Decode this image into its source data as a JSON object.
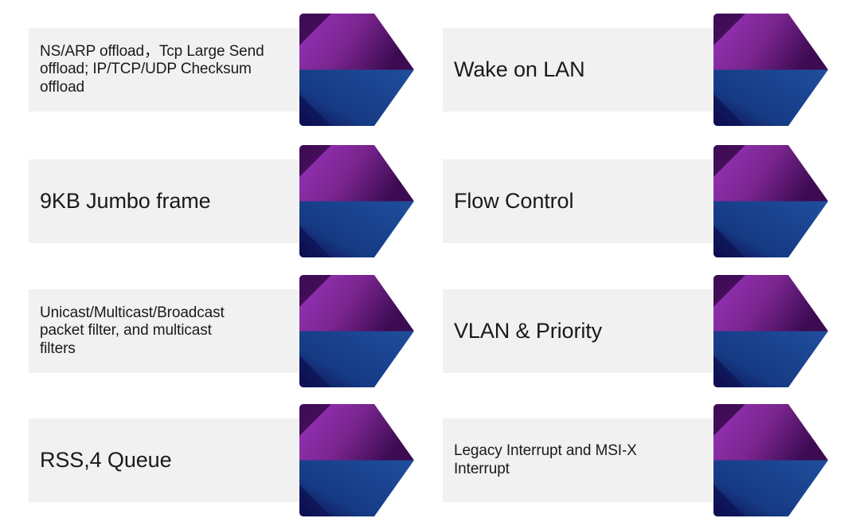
{
  "slide": {
    "background_color": "#ffffff",
    "plate_color": "#f1f1f1",
    "text_color": "#1a1a1a",
    "arrow_colors": {
      "purple_light": "#9b34c0",
      "purple_mid": "#7a258f",
      "purple_dark": "#4b1060",
      "purple_deepest": "#3c0b52",
      "blue_light": "#1e4d9b",
      "blue_mid": "#163a84",
      "blue_dark": "#12286f",
      "blue_deepest": "#0c0a4b"
    }
  },
  "items": [
    {
      "id": "ns-arp-offload",
      "name": "item-ns-arp-offload",
      "column": "left",
      "row": 1,
      "text": "NS/ARP offload，Tcp Large Send\noffload; IP/TCP/UDP Checksum\noffload",
      "size": "small",
      "arrow_icon": "chevron-right-3d-icon"
    },
    {
      "id": "wake-on-lan",
      "name": "item-wake-on-lan",
      "column": "right",
      "row": 1,
      "text": "Wake on LAN",
      "size": "large",
      "arrow_icon": "chevron-right-3d-icon"
    },
    {
      "id": "9kb-jumbo-frame",
      "name": "item-9kb-jumbo-frame",
      "column": "left",
      "row": 2,
      "text": "9KB Jumbo frame",
      "size": "large",
      "arrow_icon": "chevron-right-3d-icon"
    },
    {
      "id": "flow-control",
      "name": "item-flow-control",
      "column": "right",
      "row": 2,
      "text": "Flow Control",
      "size": "large",
      "arrow_icon": "chevron-right-3d-icon"
    },
    {
      "id": "packet-filters",
      "name": "item-packet-filters",
      "column": "left",
      "row": 3,
      "text": "Unicast/Multicast/Broadcast\npacket filter, and multicast\nfilters",
      "size": "small",
      "arrow_icon": "chevron-right-3d-icon"
    },
    {
      "id": "vlan-priority",
      "name": "item-vlan-priority",
      "column": "right",
      "row": 3,
      "text": "VLAN & Priority",
      "size": "large",
      "arrow_icon": "chevron-right-3d-icon"
    },
    {
      "id": "rss-4-queue",
      "name": "item-rss-4-queue",
      "column": "left",
      "row": 4,
      "text": "RSS,4 Queue",
      "size": "large",
      "arrow_icon": "chevron-right-3d-icon"
    },
    {
      "id": "legacy-msix-interrupt",
      "name": "item-legacy-msix-interrupt",
      "column": "right",
      "row": 4,
      "text": "Legacy Interrupt and MSI-X\nInterrupt",
      "size": "small",
      "arrow_icon": "chevron-right-3d-icon"
    }
  ]
}
